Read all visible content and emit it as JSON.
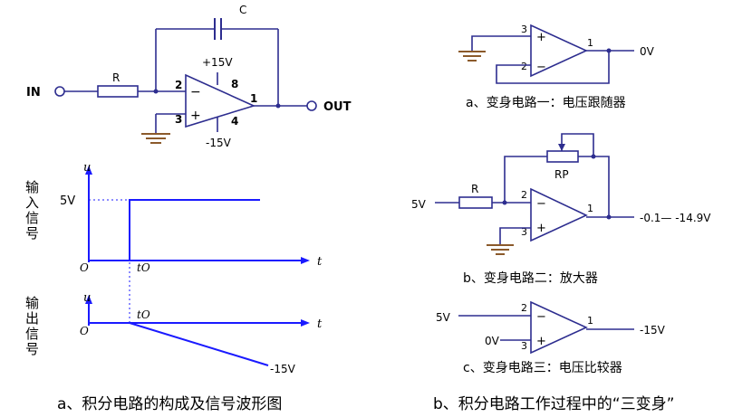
{
  "integrator": {
    "in_label": "IN",
    "out_label": "OUT",
    "r_label": "R",
    "c_label": "C",
    "vplus_label": "+15V",
    "vminus_label": "-15V",
    "pin2": "2",
    "pin3": "3",
    "pin8": "8",
    "pin4": "4",
    "pin1": "1",
    "minus_sign": "−",
    "plus_sign": "+"
  },
  "waveforms": {
    "input_title": [
      "输",
      "入",
      "信",
      "号"
    ],
    "output_title": [
      "输",
      "出",
      "信",
      "号"
    ],
    "u_label": "u",
    "t_label": "t",
    "origin_label": "O",
    "t0_label": "tO",
    "v5_label": "5V",
    "vneg15_label": "-15V"
  },
  "circuit_a": {
    "pin3": "3",
    "pin2": "2",
    "pin1": "1",
    "out_value": "0V",
    "caption": "a、变身电路一：电压跟随器"
  },
  "circuit_b": {
    "in_value": "5V",
    "r_label": "R",
    "rp_label": "RP",
    "pin2": "2",
    "pin3": "3",
    "pin1": "1",
    "out_value": "-0.1— -14.9V",
    "caption": "b、变身电路二：放大器"
  },
  "circuit_c": {
    "in2_value": "5V",
    "in3_value": "0V",
    "pin2": "2",
    "pin3": "3",
    "pin1": "1",
    "out_value": "-15V",
    "caption": "c、变身电路三：电压比较器"
  },
  "captions": {
    "left": "a、积分电路的构成及信号波形图",
    "right": "b、积分电路工作过程中的“三变身”"
  }
}
